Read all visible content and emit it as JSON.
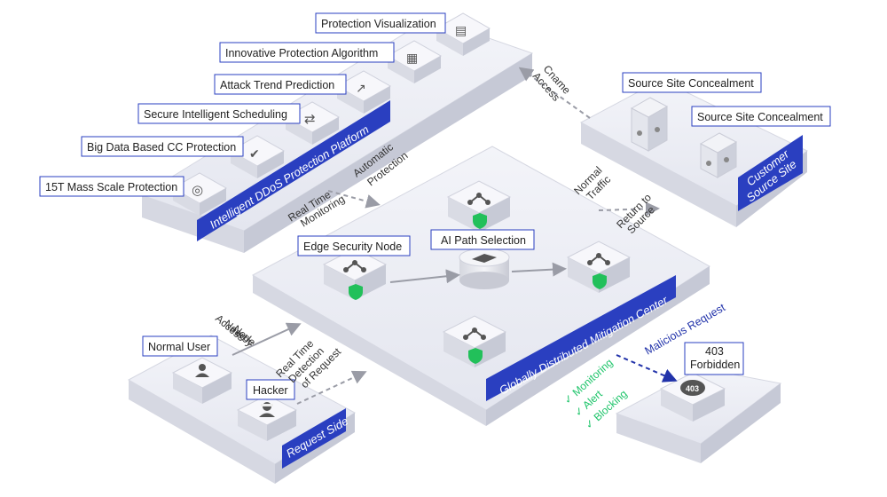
{
  "platform": {
    "band_label": "Intelligent DDoS Protection Platform",
    "features": [
      "Protection Visualization",
      "Innovative Protection Algorithm",
      "Attack Trend Prediction",
      "Secure Intelligent Scheduling",
      "Big Data Based CC Protection",
      "15T Mass Scale Protection"
    ]
  },
  "customer": {
    "band_label": [
      "Customer",
      "Source Site"
    ],
    "concealment_1": "Source Site Concealment",
    "concealment_2": "Source Site Concealment"
  },
  "center": {
    "band_label": "Globally Distributed Mitigation Center",
    "edge_node": "Edge Security Node",
    "ai_path": "AI Path Selection"
  },
  "request_side": {
    "band_label": "Request Side",
    "normal_user": "Normal User",
    "hacker": "Hacker"
  },
  "forbidden": {
    "code_label": [
      "403",
      "Forbidden"
    ],
    "badge": "403"
  },
  "flows": {
    "cname": [
      "Cname",
      "Access"
    ],
    "realtime_monitoring": [
      "Real Time",
      "Monitoring"
    ],
    "automatic_protection": [
      "Automatic",
      "Protection"
    ],
    "normal_traffic": [
      "Normal",
      "Traffic"
    ],
    "return_to_source": [
      "Return to",
      "Source"
    ],
    "access_nearby": [
      "Access",
      "Nearby",
      "Node"
    ],
    "realtime_detection": [
      "Real Time",
      "Detection",
      "of Request"
    ],
    "malicious_request": "Malicious  Request",
    "actions": [
      "Monitoring",
      "Alert",
      "Blocking"
    ]
  },
  "colors": {
    "accent": "#2233aa",
    "platform_top": "#ecedf4",
    "platform_side": "#d2d4e0",
    "shield_green": "#22c05a",
    "action_green": "#1ec46a"
  }
}
